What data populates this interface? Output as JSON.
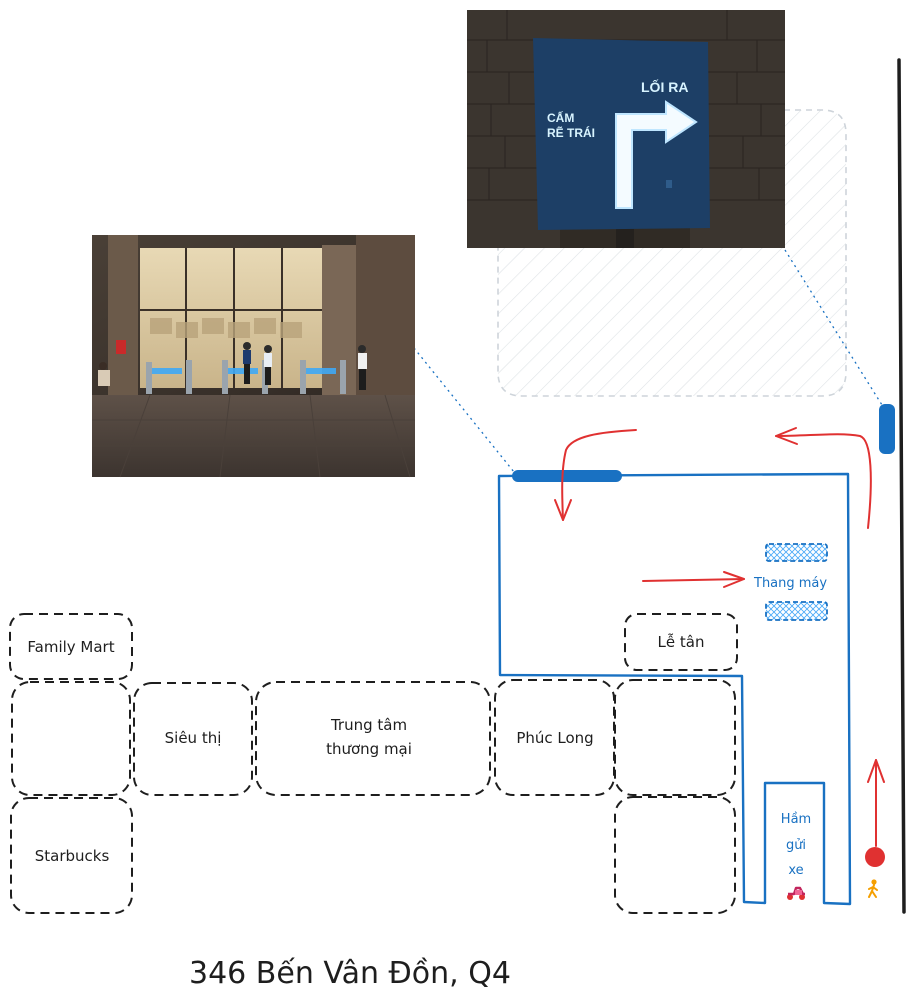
{
  "stores": {
    "family_mart": "Family Mart",
    "sieu_thi": "Siêu thị",
    "trung_tam_line1": "Trung tâm",
    "trung_tam_line2": "thương mại",
    "phuc_long": "Phúc Long",
    "le_tan": "Lễ tân",
    "starbucks": "Starbucks"
  },
  "labels": {
    "thang_may": "Thang máy",
    "ham_line1": "Hầm",
    "ham_line2": "gửi",
    "ham_line3": "xe"
  },
  "sign_photo": {
    "exit_text": "LỐI RA",
    "no_left_line1": "CẤM",
    "no_left_line2": "RẼ TRÁI"
  },
  "address": "346 Bến Vân Đồn, Q4",
  "icons": [
    "walking-person-icon",
    "scooter-icon"
  ],
  "colors": {
    "outline_black": "#1e1e1e",
    "building_blue": "#1971c2",
    "arrow_red": "#e03131",
    "hatch_gray": "#ced4da"
  }
}
